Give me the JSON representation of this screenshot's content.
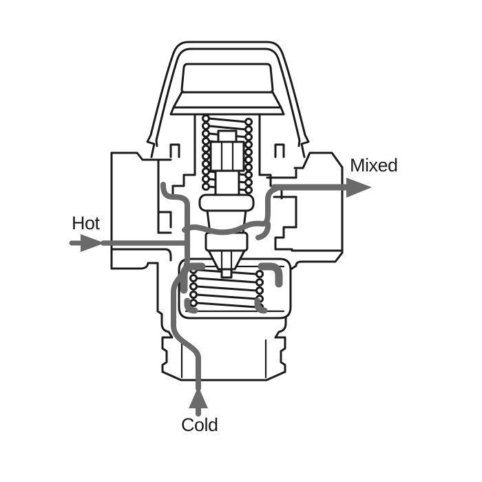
{
  "diagram": {
    "kind": "valve-cross-section",
    "labels": {
      "hot": "Hot",
      "mixed": "Mixed",
      "cold": "Cold"
    },
    "flow_arrows": [
      {
        "name": "hot-flow",
        "icon": "arrow-right-icon",
        "label": "Hot",
        "enters": "left"
      },
      {
        "name": "mixed-flow",
        "icon": "arrow-right-icon",
        "label": "Mixed",
        "exits": "right"
      },
      {
        "name": "cold-flow",
        "icon": "arrow-up-icon",
        "label": "Cold",
        "enters": "bottom"
      }
    ],
    "colors": {
      "outline": "#1a1a1a",
      "flow": "#6a6a6a",
      "background": "#ffffff",
      "knurl-bg": "#d9d9d9",
      "knurl-line": "#2a2a2a"
    }
  }
}
